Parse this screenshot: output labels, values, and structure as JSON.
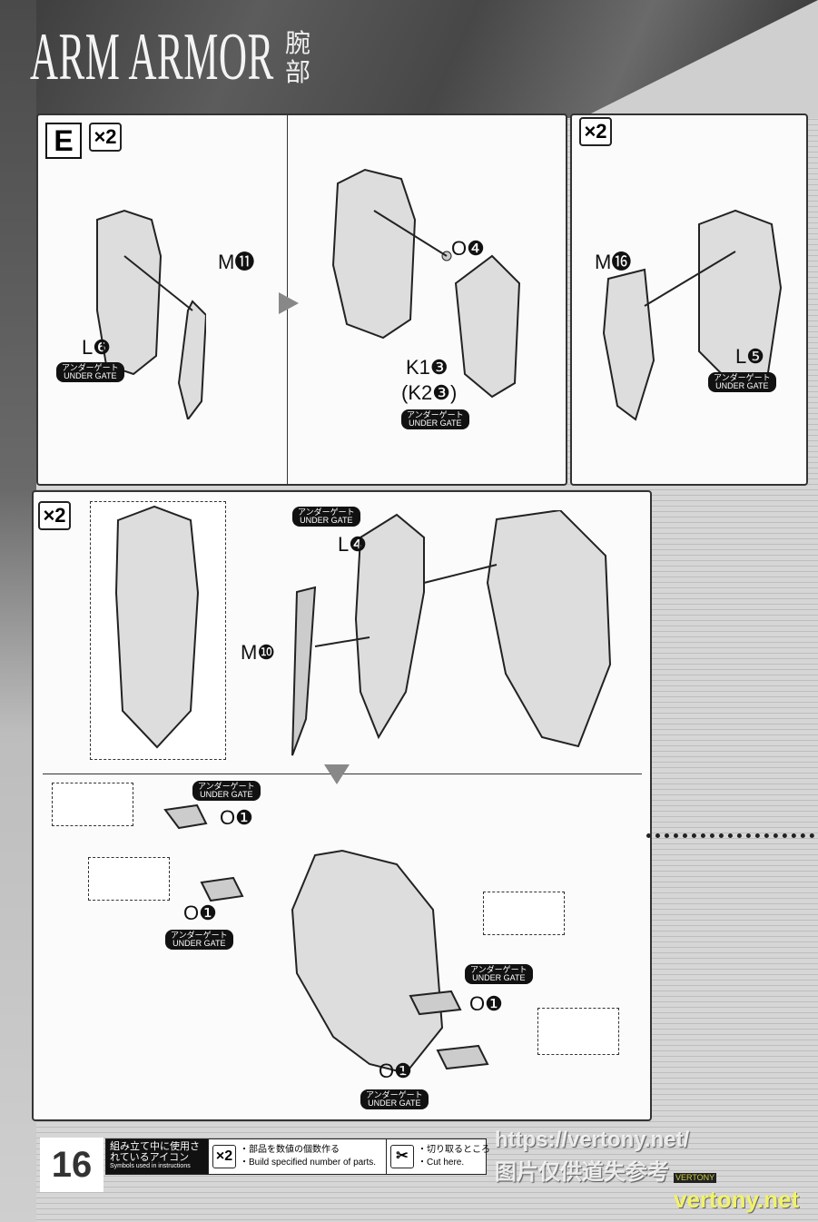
{
  "header": {
    "title": "ARM ARMOR",
    "title_jp": "腕部"
  },
  "step_e": {
    "step": "E",
    "multiplier": "×2",
    "sub1": {
      "part_m": "M⓫",
      "part_l": "L❻",
      "gate_jp": "アンダーゲート",
      "gate_en": "UNDER GATE"
    },
    "sub2": {
      "part_o": "O❹",
      "part_k": "K1❸",
      "part_k_alt": "(K2❸)",
      "gate_jp": "アンダーゲート",
      "gate_en": "UNDER GATE"
    }
  },
  "step_right": {
    "multiplier": "×2",
    "part_m": "M⓰",
    "part_l": "L❺",
    "gate_jp": "アンダーゲート",
    "gate_en": "UNDER GATE"
  },
  "step_lower": {
    "multiplier": "×2",
    "part_l": "L❹",
    "part_m": "M❿",
    "gate_jp": "アンダーゲート",
    "gate_en": "UNDER GATE",
    "sub": {
      "parts": [
        "O❶",
        "O❶",
        "O❶",
        "O❶"
      ],
      "gate_jp": "アンダーゲート",
      "gate_en": "UNDER GATE"
    }
  },
  "footer": {
    "page_number": "16",
    "legend_title_jp": "組み立て中に使用されているアイコン",
    "legend_title_en": "Symbols used in instructions",
    "icon_multiply": "×2",
    "multiply_jp": "・部品を数値の個数作る",
    "multiply_en": "・Build specified number of parts.",
    "cut_jp": "・切り取るところ",
    "cut_en": "・Cut here."
  },
  "watermark": {
    "url": "https://vertony.net/",
    "cn": "图片仅供道失参考",
    "logo": "vertony.net",
    "logo_small": "VERTONY"
  }
}
